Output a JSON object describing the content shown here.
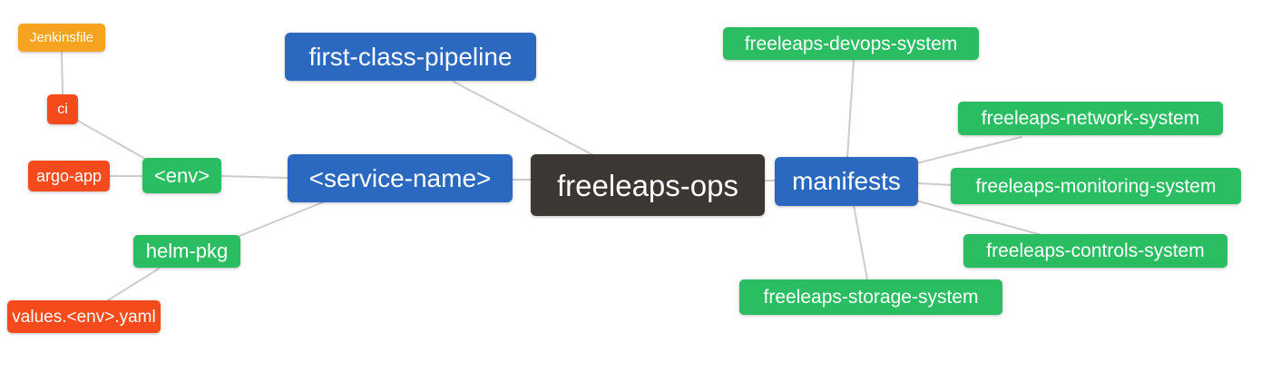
{
  "diagram": {
    "root": {
      "label": "freeleaps-ops",
      "color": "dark"
    },
    "nodes": {
      "jenkinsfile": {
        "label": "Jenkinsfile",
        "color": "orange"
      },
      "ci": {
        "label": "ci",
        "color": "red"
      },
      "argo_app": {
        "label": "argo-app",
        "color": "red"
      },
      "env": {
        "label": "<env>",
        "color": "green"
      },
      "helm_pkg": {
        "label": "helm-pkg",
        "color": "green"
      },
      "values_yaml": {
        "label": "values.<env>.yaml",
        "color": "red"
      },
      "first_class_pipeline": {
        "label": "first-class-pipeline",
        "color": "blue"
      },
      "service_name": {
        "label": "<service-name>",
        "color": "blue"
      },
      "manifests": {
        "label": "manifests",
        "color": "blue"
      },
      "devops": {
        "label": "freeleaps-devops-system",
        "color": "green"
      },
      "network": {
        "label": "freeleaps-network-system",
        "color": "green"
      },
      "monitoring": {
        "label": "freeleaps-monitoring-system",
        "color": "green"
      },
      "controls": {
        "label": "freeleaps-controls-system",
        "color": "green"
      },
      "storage": {
        "label": "freeleaps-storage-system",
        "color": "green"
      }
    },
    "edges": [
      [
        "jenkinsfile",
        "ci"
      ],
      [
        "ci",
        "env"
      ],
      [
        "argo_app",
        "env"
      ],
      [
        "env",
        "service_name"
      ],
      [
        "helm_pkg",
        "service_name"
      ],
      [
        "values_yaml",
        "helm_pkg"
      ],
      [
        "first_class_pipeline",
        "root"
      ],
      [
        "service_name",
        "root"
      ],
      [
        "root",
        "manifests"
      ],
      [
        "manifests",
        "devops"
      ],
      [
        "manifests",
        "network"
      ],
      [
        "manifests",
        "monitoring"
      ],
      [
        "manifests",
        "controls"
      ],
      [
        "manifests",
        "storage"
      ]
    ],
    "colors": {
      "blue": "#2b69c0",
      "green": "#2abd61",
      "orange": "#f6a41f",
      "red": "#f54b1c",
      "dark": "#3b3733",
      "edge": "#cccccc",
      "text": "#ffffff",
      "background": "#ffffff"
    }
  }
}
